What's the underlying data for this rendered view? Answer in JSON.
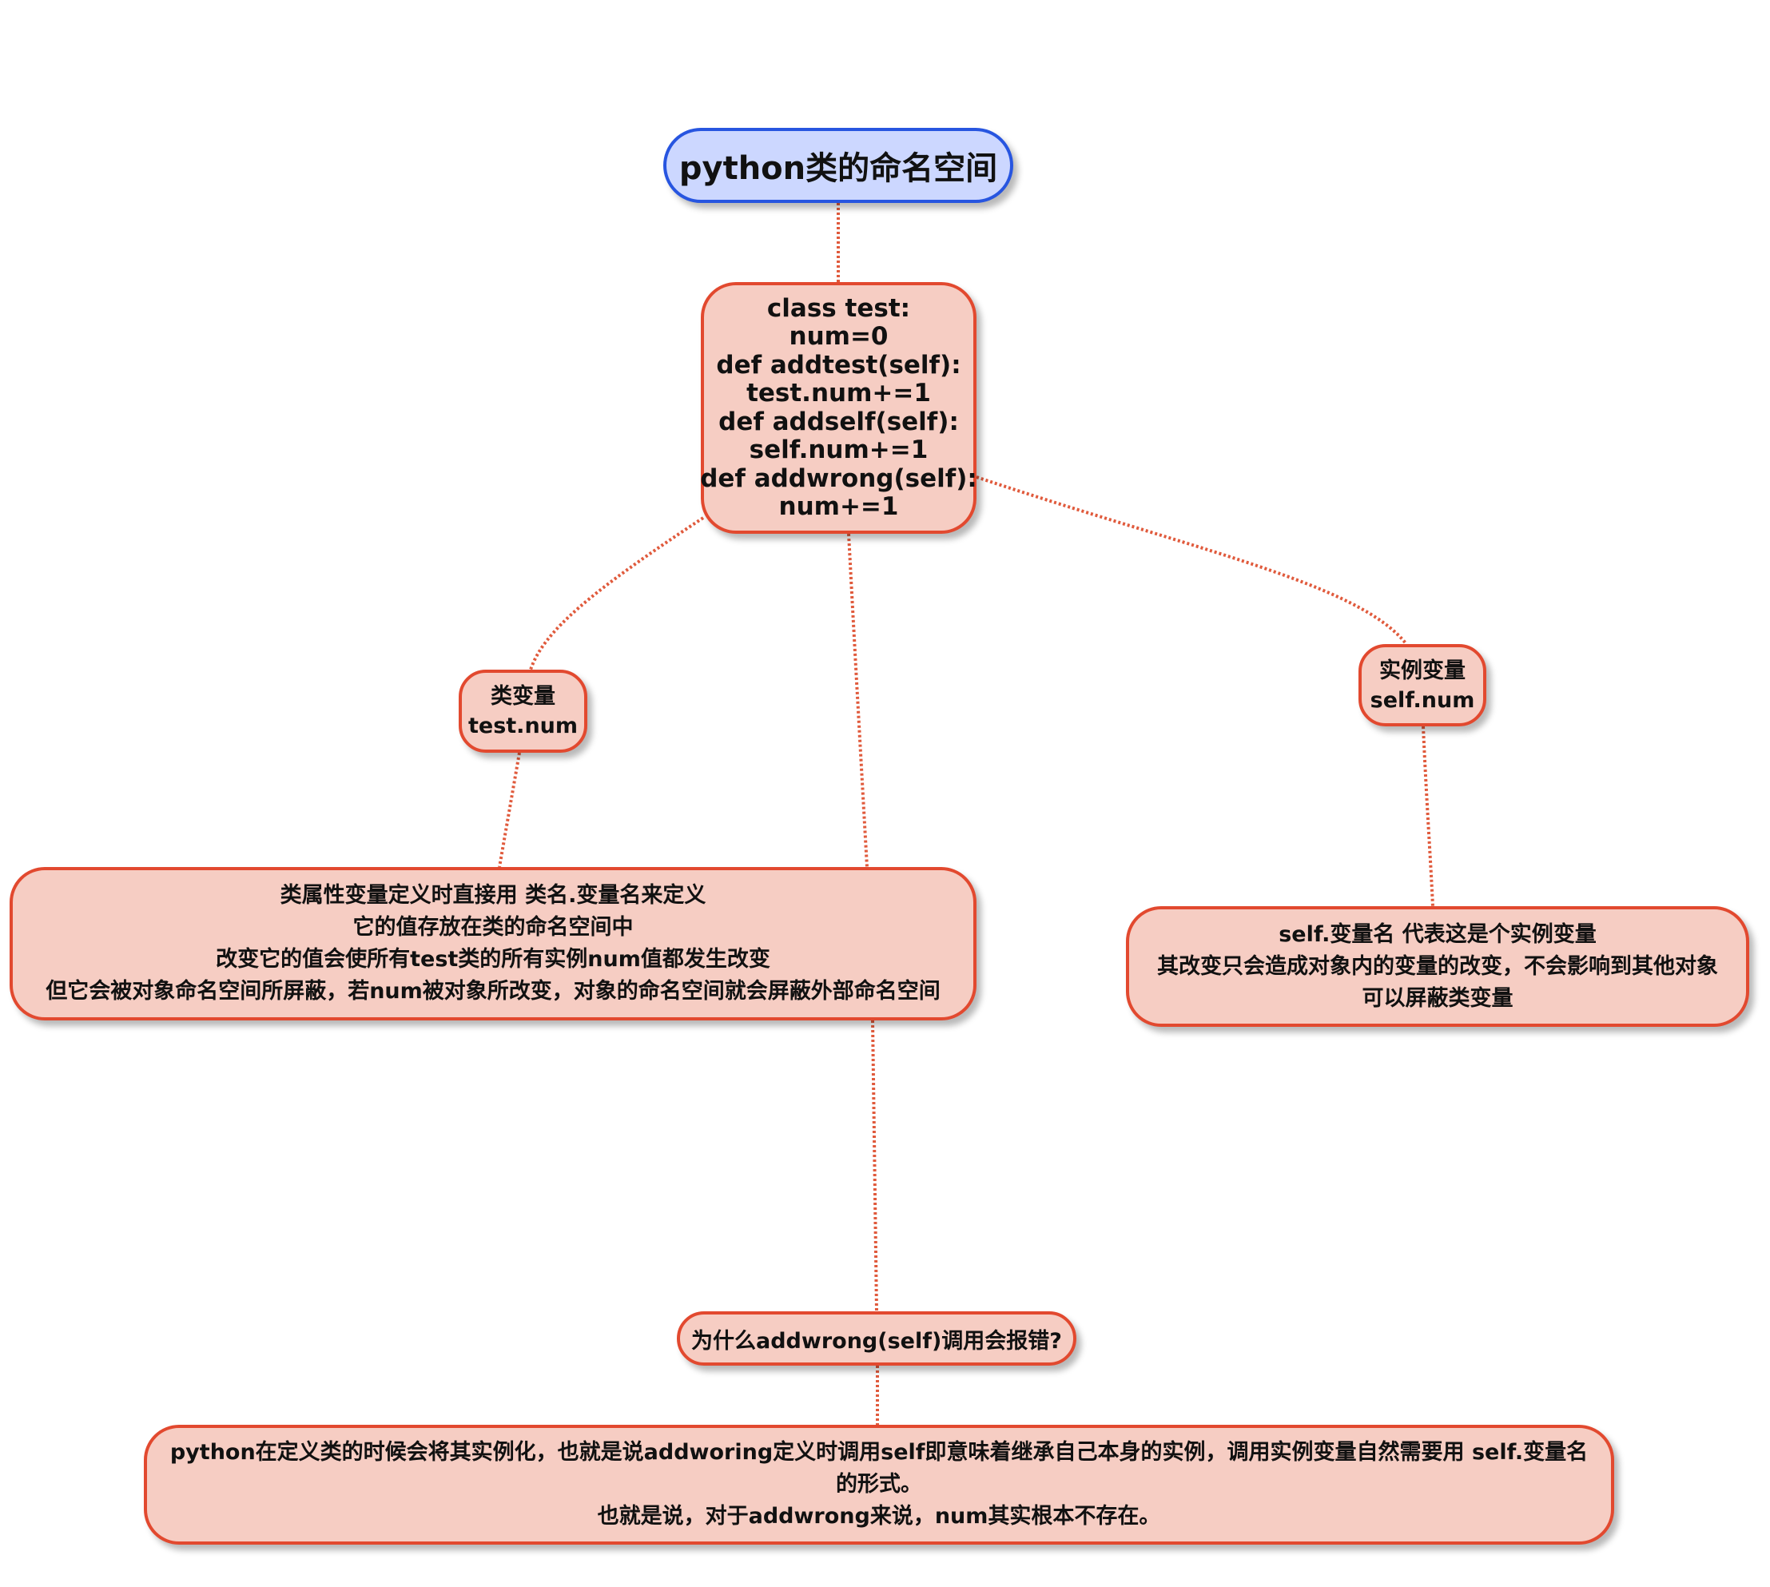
{
  "diagram": {
    "root": {
      "label": "python类的命名空间"
    },
    "class_code": {
      "lines": [
        "class test:",
        "num=0",
        "def addtest(self):",
        "test.num+=1",
        "def addself(self):",
        "self.num+=1",
        "def addwrong(self):",
        "num+=1"
      ]
    },
    "class_variable": {
      "lines": [
        "类变量",
        "test.num"
      ]
    },
    "instance_variable": {
      "lines": [
        "实例变量",
        "self.num"
      ]
    },
    "class_variable_desc": {
      "lines": [
        "类属性变量定义时直接用 类名.变量名来定义",
        "它的值存放在类的命名空间中",
        "改变它的值会使所有test类的所有实例num值都发生改变",
        "但它会被对象命名空间所屏蔽，若num被对象所改变，对象的命名空间就会屏蔽外部命名空间"
      ]
    },
    "instance_variable_desc": {
      "lines": [
        "self.变量名 代表这是个实例变量",
        "其改变只会造成对象内的变量的改变，不会影响到其他对象",
        "可以屏蔽类变量"
      ]
    },
    "question": {
      "label": "为什么addwrong(self)调用会报错?"
    },
    "answer": {
      "lines": [
        "python在定义类的时候会将其实例化，也就是说addworing定义时调用self即意味着继承自己本身的实例，调用实例变量自然需要用 self.变量名",
        "的形式。",
        "也就是说，对于addwrong来说，num其实根本不存在。"
      ]
    },
    "colors": {
      "root_fill": "#ccd7ff",
      "root_border": "#2755e0",
      "node_fill": "#f6cdc3",
      "node_border": "#e2492f",
      "connector": "#e05a3c"
    }
  }
}
